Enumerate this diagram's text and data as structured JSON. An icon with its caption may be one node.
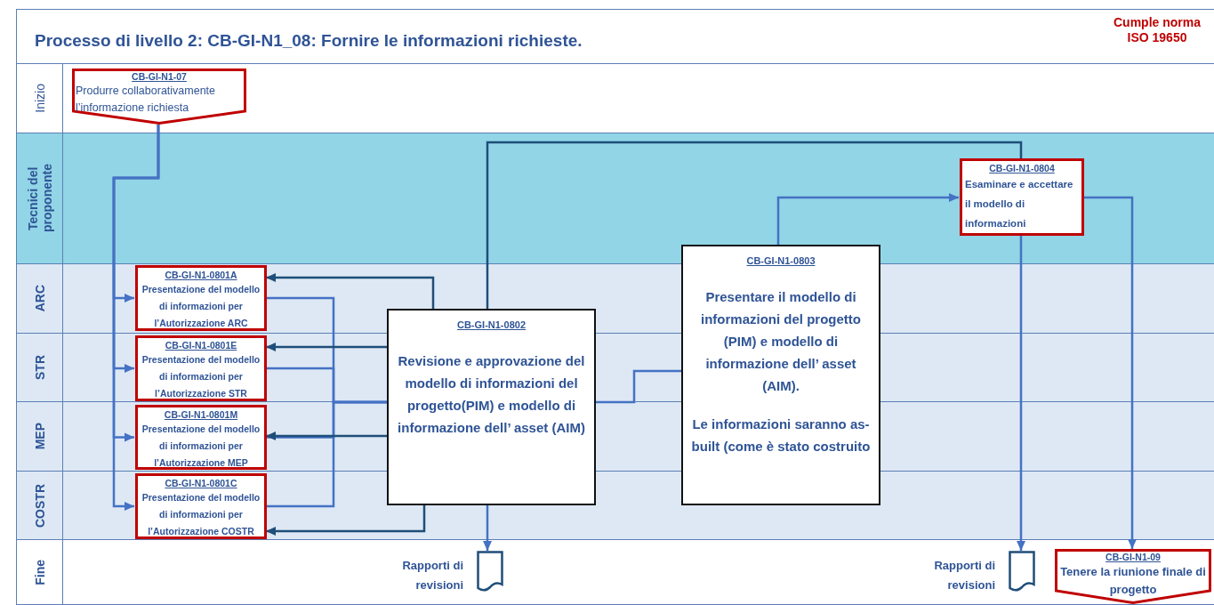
{
  "diagram": {
    "title": "Processo di livello 2: CB-GI-N1_08: Fornire le informazioni richieste.",
    "nodes": [
      {
        "text": [
          "Inizio"
        ]
      },
      {
        "text": [
          "Tecnici del proponente"
        ]
      },
      {
        "text": [
          "ARC"
        ]
      },
      {
        "text": [
          "STR"
        ]
      },
      {
        "text": [
          "MEP"
        ]
      },
      {
        "text": [
          "COSTR"
        ]
      },
      {
        "text": [
          "Fine"
        ]
      },
      {
        "text": [
          "CB-GI-N1-07",
          "Produrre collaborativamente l’informazione richiesta"
        ],
        "in": 0
      },
      {
        "text": [
          "CB-GI-N1-0801A",
          "Presentazione del modello di informazioni per l’Autorizzazione ARC"
        ],
        "in": 2
      },
      {
        "text": [
          "CB-GI-N1-0801E",
          "Presentazione del modello di informazioni per l’Autorizzazione STR"
        ],
        "in": 3
      },
      {
        "text": [
          "CB-GI-N1-0801M",
          "Presentazione del modello di informazioni per l’Autorizzazione MEP"
        ],
        "in": 4
      },
      {
        "text": [
          "CB-GI-N1-0801C",
          "Presentazione del modello di informazioni per l’Autorizzazione COSTR"
        ],
        "in": 5
      },
      {
        "text": [
          "CB-GI-N1-0802",
          "Revisione e approvazione del modello di informazioni del progetto(PIM) e modello di informazione dell’ asset (AIM)"
        ]
      },
      {
        "text": [
          "CB-GI-N1-0803",
          "Presentare il modello di informazioni del progetto (PIM) e modello di informazione dell’ asset (AIM).",
          "Le informazioni saranno as-built (come è stato costruito"
        ]
      },
      {
        "text": [
          "CB-GI-N1-0804",
          "Esaminare e accettare il modello di informazioni"
        ],
        "in": 1
      },
      {
        "text": [],
        "shape": "document",
        "beside": [
          "Rapporti di revisioni"
        ],
        "in": 6
      },
      {
        "text": [],
        "shape": "document",
        "beside": [
          "Rapporti di revisioni"
        ],
        "in": 6
      },
      {
        "text": [
          "CB-GI-N1-09",
          "Tenere la riunione finale di progetto"
        ],
        "in": 6
      }
    ],
    "edges": [
      {
        "from": 7,
        "to": 8,
        "arrow": "to"
      },
      {
        "from": 7,
        "to": 9,
        "arrow": "to"
      },
      {
        "from": 7,
        "to": 10,
        "arrow": "to"
      },
      {
        "from": 7,
        "to": 11,
        "arrow": "to"
      },
      {
        "from": 8,
        "to": 12,
        "arrow": "none"
      },
      {
        "from": 9,
        "to": 12,
        "arrow": "none"
      },
      {
        "from": 10,
        "to": 12,
        "arrow": "none"
      },
      {
        "from": 11,
        "to": 12,
        "arrow": "none"
      },
      {
        "from": 12,
        "to": 8,
        "arrow": "to",
        "color": "#1f4e79"
      },
      {
        "from": 12,
        "to": 9,
        "arrow": "to",
        "color": "#1f4e79"
      },
      {
        "from": 12,
        "to": 10,
        "arrow": "to",
        "color": "#1f4e79"
      },
      {
        "from": 12,
        "to": 11,
        "arrow": "to",
        "color": "#1f4e79"
      },
      {
        "from": 12,
        "to": 14,
        "arrow": "none",
        "color": "#1f4e79"
      },
      {
        "from": 12,
        "to": 15,
        "arrow": "to"
      },
      {
        "from": 12,
        "to": 13,
        "arrow": "none"
      },
      {
        "from": 13,
        "to": 14,
        "arrow": "to"
      },
      {
        "from": 14,
        "to": 16,
        "arrow": "to"
      },
      {
        "from": 14,
        "to": 17,
        "arrow": "to"
      }
    ],
    "labels": [
      "Cumple norma ISO 19650"
    ]
  }
}
